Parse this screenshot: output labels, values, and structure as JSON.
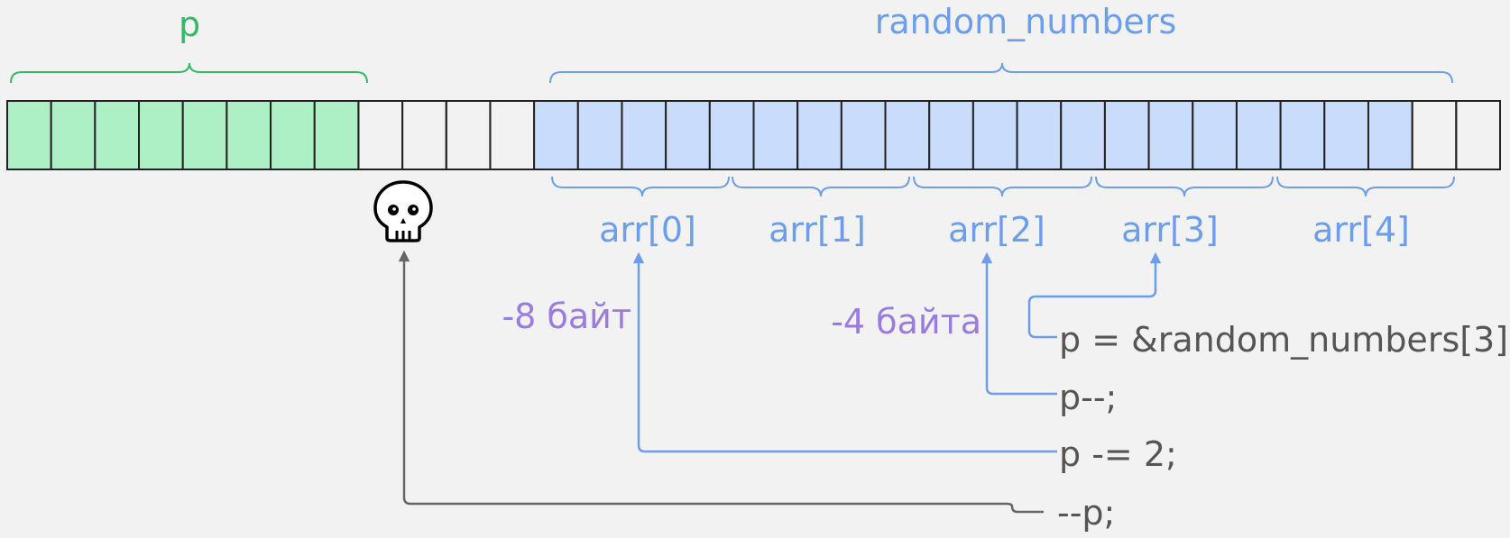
{
  "colors": {
    "background": "#f2f2f2",
    "green": "#36b864",
    "green_fill": "#aef0c6",
    "blue": "#6d9eeb",
    "blue_fill": "#c9dcfb",
    "purple": "#9a7be0",
    "code": "#555555",
    "cell_border": "#222222",
    "arrow_dark": "#666666"
  },
  "labels": {
    "pointer_var": "p",
    "array_var": "random_numbers",
    "elements": [
      "arr[0]",
      "arr[1]",
      "arr[2]",
      "arr[3]",
      "arr[4]"
    ],
    "offset_8": "-8 байт",
    "offset_4": "-4 байта"
  },
  "code_lines": [
    "p = &random_numbers[3];",
    "p--;",
    "p -= 2;",
    "--p;"
  ],
  "icons": {
    "invalid": "skull-icon"
  },
  "memory": {
    "total_bytes": 34,
    "pointer_bytes": 8,
    "padding_bytes": 4,
    "array_elements": 5,
    "bytes_per_element": 4
  }
}
